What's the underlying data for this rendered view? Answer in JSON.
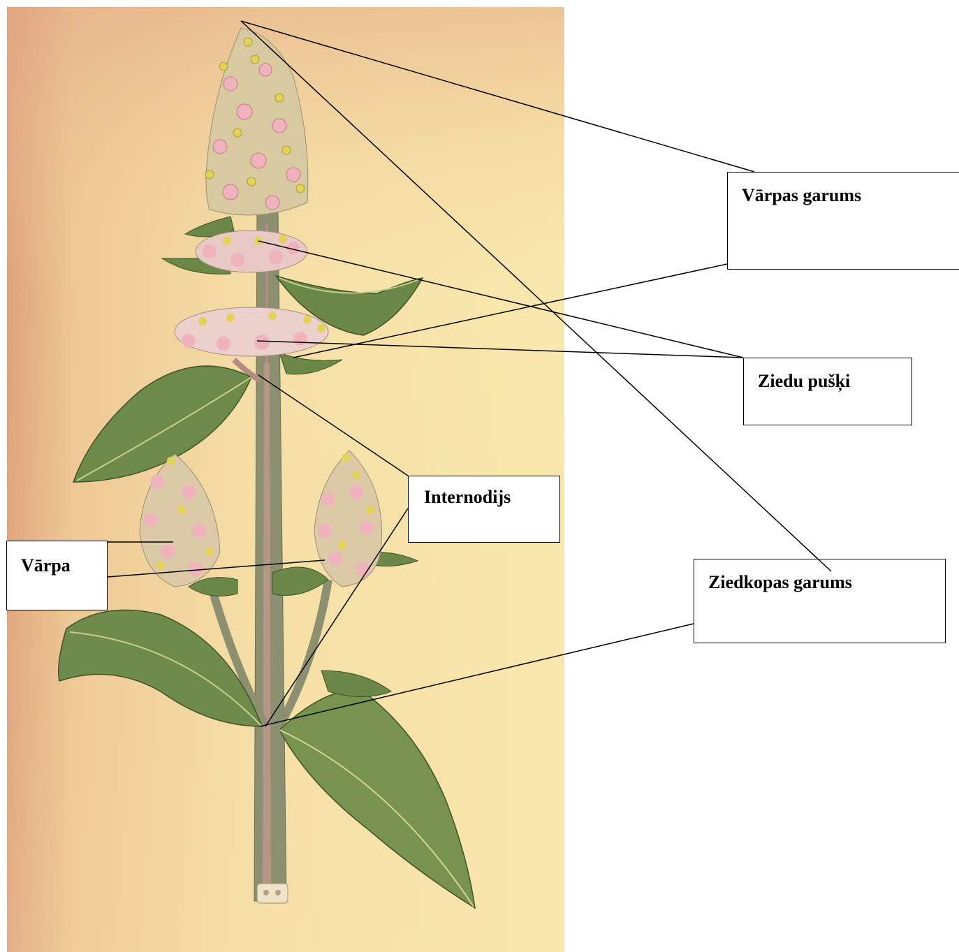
{
  "labels": {
    "varpas_garums": "Vārpas garums",
    "ziedu_puski": "Ziedu pušķi",
    "internodijs": "Internodijs",
    "varpa": "Vārpa",
    "ziedkopas_garums": "Ziedkopas garums"
  },
  "colors": {
    "plate_background": "#f6e3a6",
    "plate_edge": "#d9a07a",
    "leaf": "#6f8a4a",
    "leaf_vein": "#c9cf8a",
    "stem": "#8c8f6a",
    "stem_pink": "#c98a8a",
    "flower_pink": "#f0b3bd",
    "flower_cream": "#f6e7d2",
    "bud_yellow": "#e6d255",
    "line": "#000000"
  }
}
